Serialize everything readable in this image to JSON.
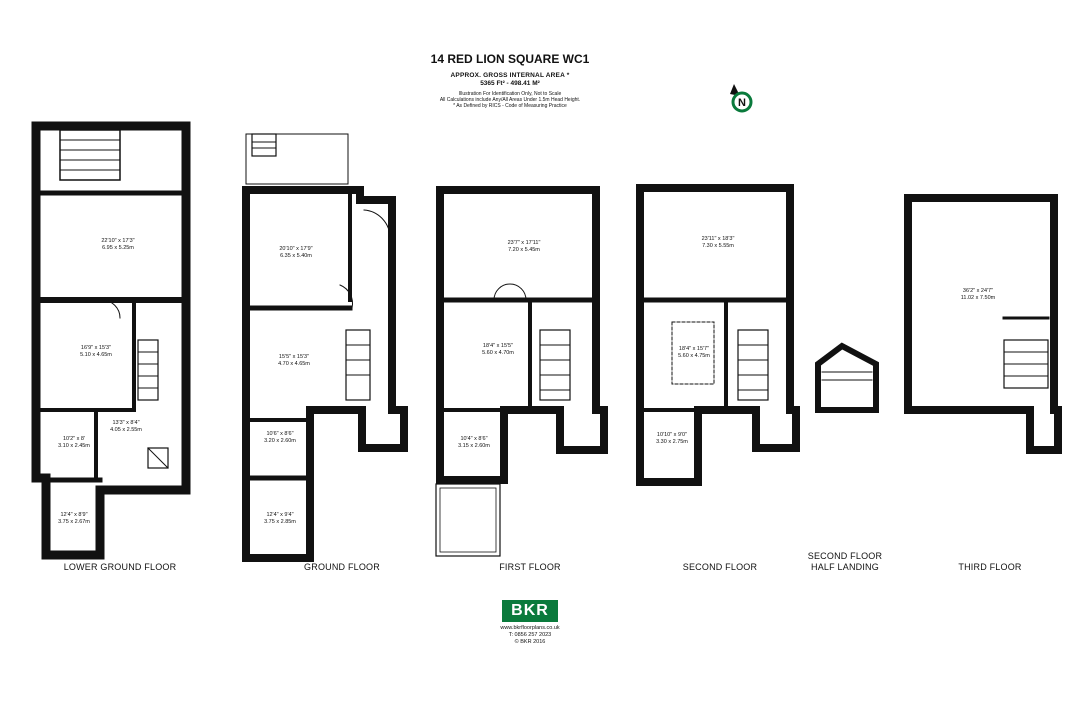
{
  "header": {
    "title": "14 RED LION SQUARE WC1",
    "area_label": "APPROX. GROSS INTERNAL AREA *",
    "area_value": "5365 Ft² - 498.41 M²",
    "note1": "Illustration For Identification Only, Not to Scale",
    "note2": "All Calculations include Any/All Areas Under 1.5m Head Height.",
    "note3": "* As Defined by RICS - Code of Measuring Practice",
    "compass_letter": "N"
  },
  "floors": [
    {
      "label": "LOWER GROUND FLOOR"
    },
    {
      "label": "GROUND FLOOR"
    },
    {
      "label": "FIRST FLOOR"
    },
    {
      "label": "SECOND FLOOR"
    },
    {
      "label": "SECOND FLOOR HALF LANDING"
    },
    {
      "label": "THIRD FLOOR"
    }
  ],
  "rooms": {
    "lg_front": {
      "imp": "22'10\" x 17'3\"",
      "met": "6.95 x 5.25m"
    },
    "lg_back": {
      "imp": "16'9\" x 15'3\"",
      "met": "5.10 x 4.65m"
    },
    "lg_small": {
      "imp": "10'2\" x 8'",
      "met": "3.10 x 2.45m"
    },
    "lg_mid": {
      "imp": "13'3\" x 8'4\"",
      "met": "4.05 x 2.55m"
    },
    "lg_vault": {
      "imp": "12'4\" x 8'9\"",
      "met": "3.75 x 2.67m"
    },
    "g_front": {
      "imp": "20'10\" x 17'9\"",
      "met": "6.35 x 5.40m"
    },
    "g_back": {
      "imp": "15'5\" x 15'3\"",
      "met": "4.70 x 4.65m"
    },
    "g_small": {
      "imp": "10'6\" x 8'6\"",
      "met": "3.20 x 2.60m"
    },
    "g_vault": {
      "imp": "12'4\" x 9'4\"",
      "met": "3.75 x 2.85m"
    },
    "f_front": {
      "imp": "23'7\" x 17'11\"",
      "met": "7.20 x 5.45m"
    },
    "f_back": {
      "imp": "18'4\" x 15'5\"",
      "met": "5.60 x 4.70m"
    },
    "f_small": {
      "imp": "10'4\" x 8'6\"",
      "met": "3.15 x 2.60m"
    },
    "s_front": {
      "imp": "23'11\" x 18'3\"",
      "met": "7.30 x 5.55m"
    },
    "s_back": {
      "imp": "18'4\" x 15'7\"",
      "met": "5.60 x 4.75m"
    },
    "s_small": {
      "imp": "10'10\" x 9'0\"",
      "met": "3.30 x 2.75m"
    },
    "t_main": {
      "imp": "36'2\" x 24'7\"",
      "met": "11.02 x 7.50m"
    }
  },
  "footer": {
    "logo": "BKR",
    "website": "www.bkrfloorplans.co.uk",
    "phone": "T: 0856 257 2023",
    "copyright": "© BKR 2016"
  },
  "colors": {
    "wall": "#111111",
    "brand": "#0a7a3c"
  }
}
